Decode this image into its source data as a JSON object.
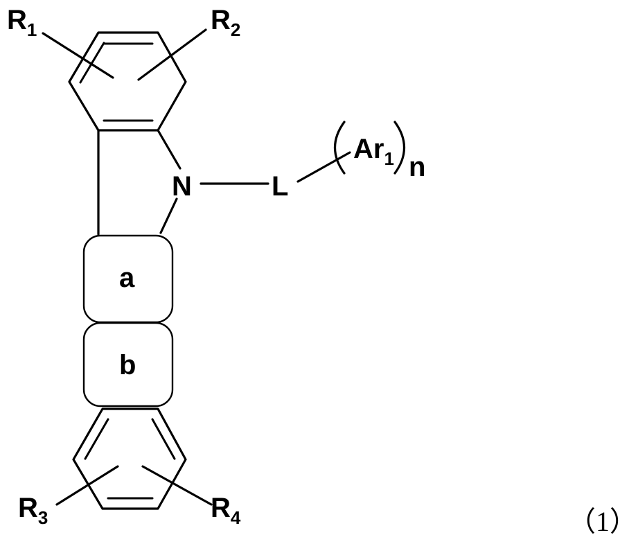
{
  "structure": {
    "substituents": {
      "r1": {
        "main": "R",
        "sub": "1"
      },
      "r2": {
        "main": "R",
        "sub": "2"
      },
      "r3": {
        "main": "R",
        "sub": "3"
      },
      "r4": {
        "main": "R",
        "sub": "4"
      }
    },
    "atoms": {
      "nitrogen": "N",
      "linker": "L"
    },
    "aryl_group": {
      "main": "Ar",
      "sub": "1",
      "multiplier": "n"
    },
    "rings": {
      "a": "a",
      "b": "b"
    }
  },
  "formula_number": "（1）"
}
